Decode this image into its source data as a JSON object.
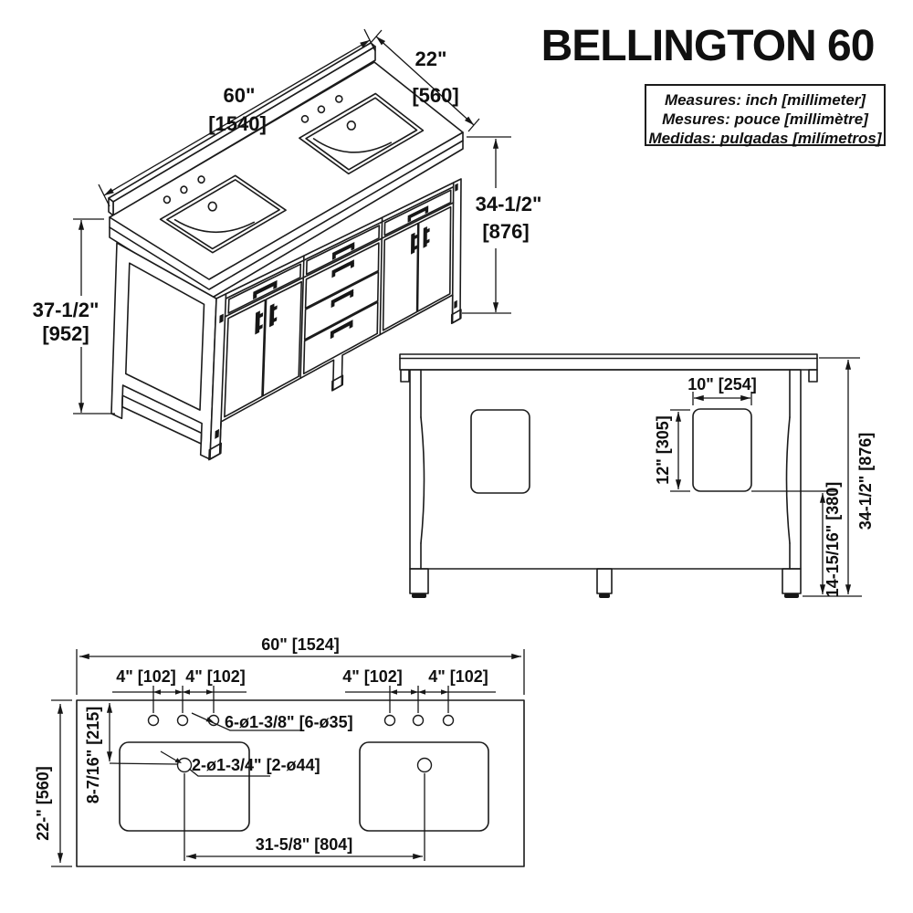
{
  "title": "BELLINGTON 60",
  "units_box": {
    "line1": "Measures: inch [millimeter]",
    "line2": "Mesures: pouce [millimètre]",
    "line3": "Medidas: pulgadas [milímetros]"
  },
  "isometric_view": {
    "width_in": "60\"",
    "width_mm": "[1540]",
    "depth_in": "22\"",
    "depth_mm": "[560]",
    "overall_height_in": "37-1/2\"",
    "overall_height_mm": "[952]",
    "counter_height_in": "34-1/2\"",
    "counter_height_mm": "[876]"
  },
  "rear_view": {
    "cutout_width": "10\" [254]",
    "cutout_height": "12\" [305]",
    "cutout_bottom_offset": "14-15/16\" [380]",
    "overall_height": "34-1/2\" [876]"
  },
  "plan_view": {
    "overall_width": "60\" [1524]",
    "overall_depth": "22-\" [560]",
    "hole_spacings": [
      "4\" [102]",
      "4\" [102]",
      "4\" [102]",
      "4\" [102]"
    ],
    "faucet_holes": "6-ø1-3/8\" [6-ø35]",
    "drain_holes": "2-ø1-3/4\" [2-ø44]",
    "drain_backset": "8-7/16\" [215]",
    "drain_spacing": "31-5/8\" [804]"
  }
}
